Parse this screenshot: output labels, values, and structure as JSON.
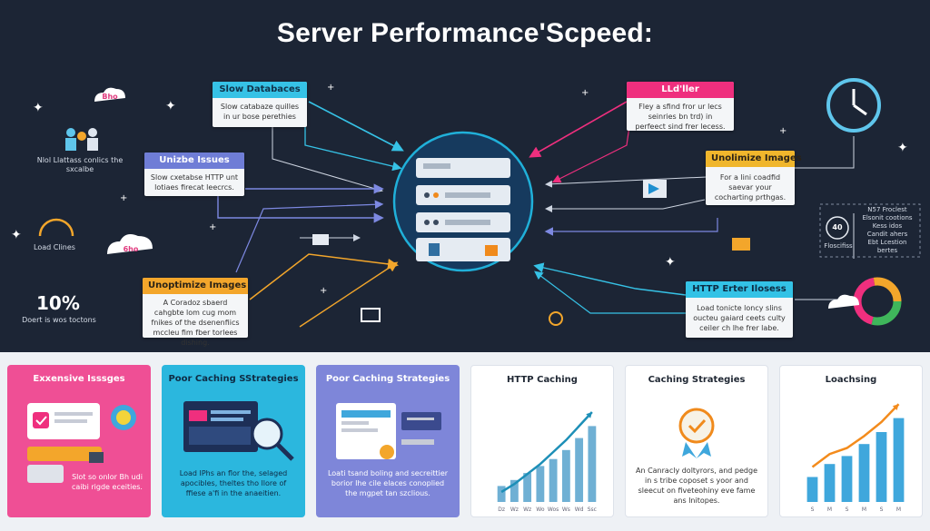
{
  "title": "Server Performance'Scpeed:",
  "cards": {
    "slow_db": {
      "title": "Slow Databaces",
      "text": "Slow catabaze quilles in ur bose perethies"
    },
    "unizbe": {
      "title": "Unizbe Issues",
      "text": "Slow cxetabse HTTP unt lotiaes firecat leecrcs."
    },
    "unopt_left": {
      "title": "Unoptimize Images",
      "text": "A Coradoz sbaerd cahgbte lom cug mom fnikes of the dsenenfiics mccleu fim fber torlees dishing."
    },
    "lack": {
      "title": "LLd'ller",
      "text": "Fley a sfind fror ur lecs seinries bn trd) in perfeect sind frer lecess."
    },
    "unopt_right": {
      "title": "Unolimize Images",
      "text": "For a lini coadfid saevar your cocharting prthgas."
    },
    "http": {
      "title": "HTTP Erter Ilosess",
      "text": "Load tonicte loncy slins oucteu gaiard ceets culty ceiler ch lhe frer labe."
    }
  },
  "side_labels": {
    "left_people": "Nlol Llattass conlics the sxcalbe",
    "load_times": "Load Clines",
    "cloud_badge": "6ho",
    "cloud_small": "Bho",
    "pct": "10%",
    "pct_caption": "Doert is wos toctons",
    "clock_box_num": "40",
    "clock_box_caption": "Floscifiss",
    "right_list": [
      "N57 Froclest",
      "Elsonit cootions",
      "Kess idos",
      "Candit ahers",
      "Ebt Lcestion",
      "bertes"
    ]
  },
  "panels": [
    {
      "title": "Exxensive Isssges",
      "text": "Slot so onlor Bh udi caibi rigde eceities.",
      "bg": "#ef4f95",
      "fg": "#ffffff"
    },
    {
      "title": "Poor Caching SStrategies",
      "text": "Load IPhs an flor the, selaged apocibles, theltes tho llore of ffiese a'fi in the anaeitien.",
      "bg": "#2bb7de",
      "fg": "#0e2b44"
    },
    {
      "title": "Poor Caching Strategies",
      "text": "Loati tsand boling and secreittier borior Ihe cile elaces conoplied the mgpet tan szclious.",
      "bg": "#7e86d9",
      "fg": "#ffffff"
    },
    {
      "title": "HTTP Caching",
      "text": "",
      "bg": "#ffffff",
      "fg": "#1f2733"
    },
    {
      "title": "Caching Strategies",
      "text": "An Canracly doltyrors, and pedge in s tribe coposet s yoor and sleecut on fiveteohiny eve fame ans lnitopes.",
      "bg": "#ffffff",
      "fg": "#1f2733"
    },
    {
      "title": "Loachsing",
      "text": "",
      "bg": "#ffffff",
      "fg": "#1f2733"
    }
  ],
  "chart_data": [
    {
      "type": "bar",
      "categories": [
        "Dz",
        "Wz",
        "Wz",
        "Wo",
        "Wos",
        "Ws",
        "Wd",
        "Ssc"
      ],
      "values": [
        16,
        22,
        29,
        36,
        43,
        52,
        64,
        76
      ],
      "trend": [
        10,
        18,
        28,
        38,
        50,
        62,
        76,
        90
      ],
      "ylim": [
        0,
        100
      ],
      "color": "#6fb0d4",
      "trend_color": "#1d8fb7"
    },
    {
      "type": "bar",
      "categories": [
        "S",
        "M",
        "S",
        "M",
        "S",
        "M"
      ],
      "values": [
        25,
        38,
        46,
        58,
        70,
        84
      ],
      "trend": [
        35,
        48,
        54,
        66,
        80,
        98
      ],
      "ylim": [
        0,
        100
      ],
      "color": "#3fa7dc",
      "trend_color": "#f38b1c"
    }
  ]
}
